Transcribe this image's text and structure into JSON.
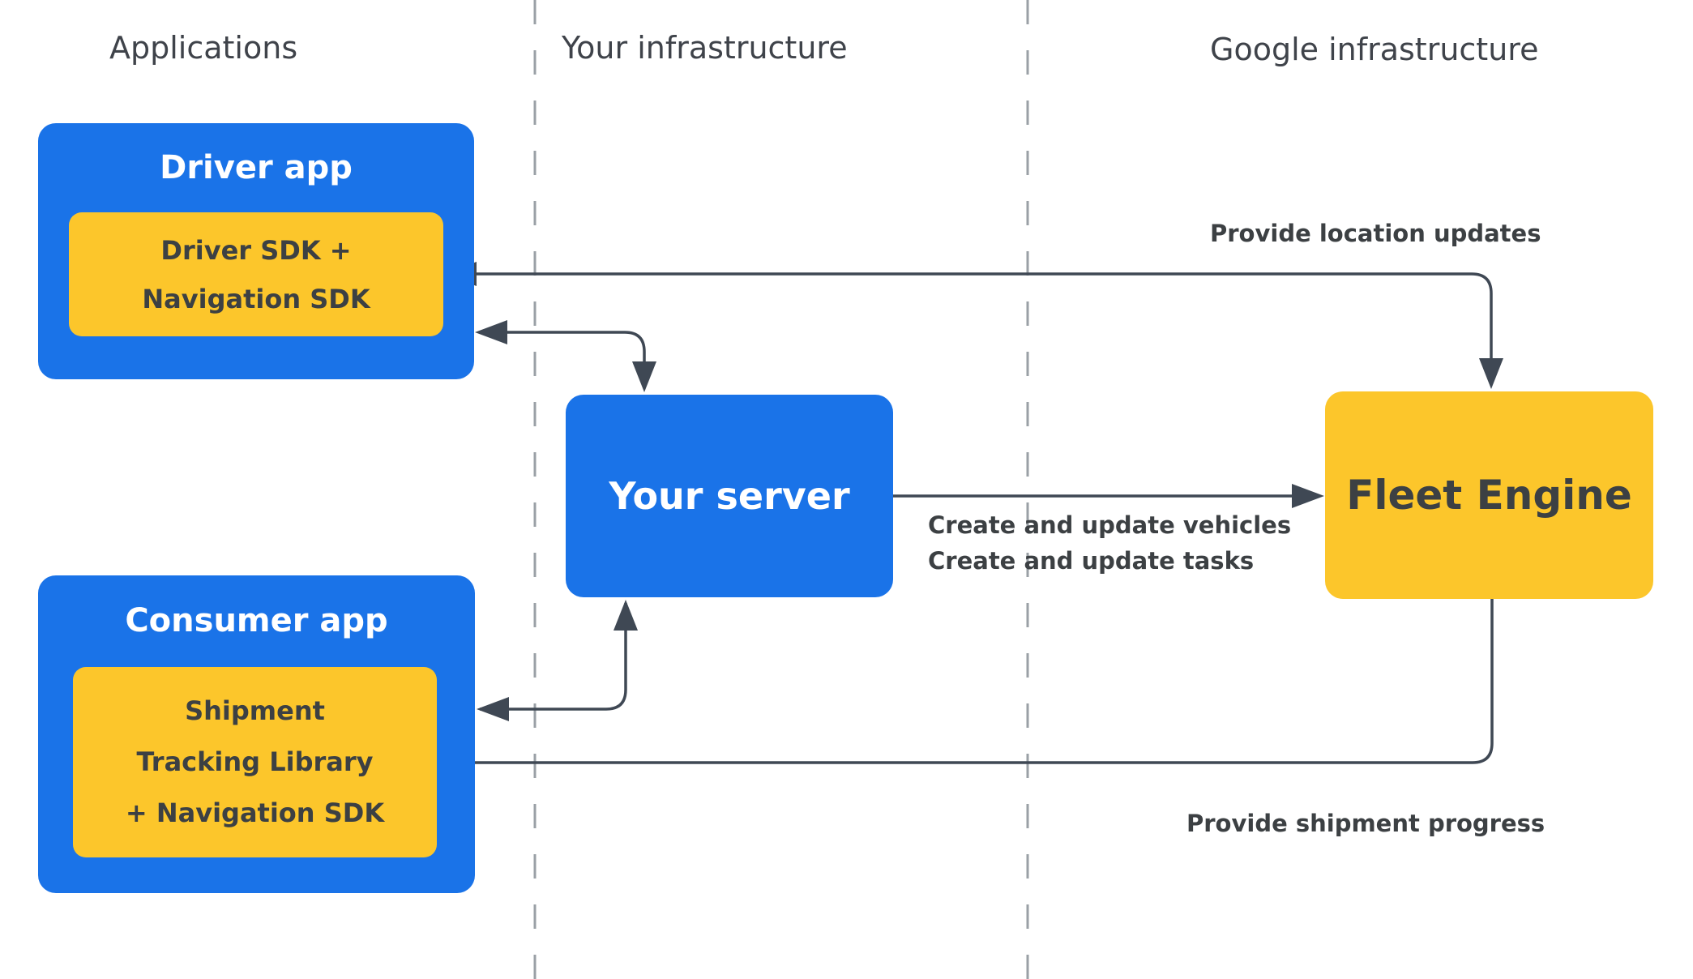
{
  "columns": [
    {
      "label": "Applications"
    },
    {
      "label": "Your infrastructure"
    },
    {
      "label": "Google infrastructure"
    }
  ],
  "nodes": {
    "driver_app": {
      "title": "Driver app",
      "sdk_line1": "Driver SDK +",
      "sdk_line2": "Navigation SDK"
    },
    "consumer_app": {
      "title": "Consumer app",
      "sdk_line1": "Shipment",
      "sdk_line2": "Tracking Library",
      "sdk_line3": "+ Navigation SDK"
    },
    "your_server": {
      "title": "Your server"
    },
    "fleet_engine": {
      "title": "Fleet Engine"
    }
  },
  "edges": {
    "location_updates": "Provide location updates",
    "create_vehicles": "Create and update vehicles",
    "create_tasks": "Create and update tasks",
    "shipment_progress": "Provide shipment progress"
  },
  "colors": {
    "blue": "#1A73E8",
    "yellow": "#FCC62B",
    "line": "#3F4854",
    "dashed_line": "#9AA0A6",
    "dark_text": "#3C4043",
    "title_text": "#3F434A",
    "white_text": "#FFFFFF"
  }
}
